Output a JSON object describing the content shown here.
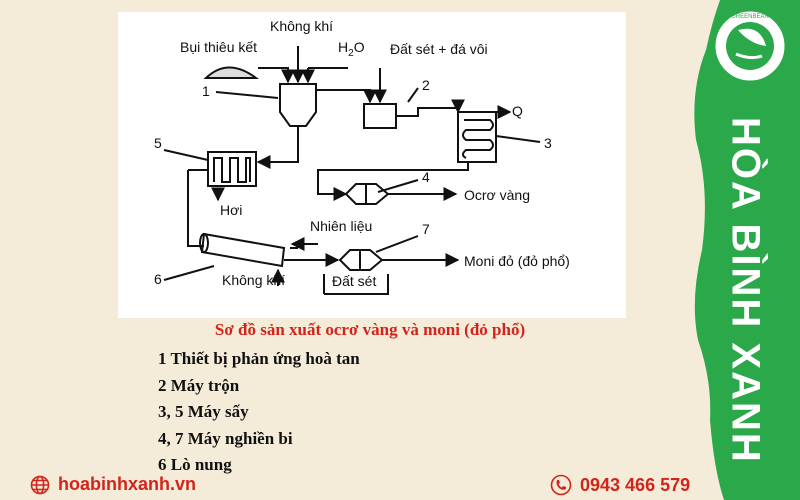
{
  "diagram": {
    "labels": {
      "khong_khi_top": "Không khí",
      "bui_thieu_ket": "Bụi thiêu kết",
      "h2o": "H",
      "h2o_sub": "2",
      "h2o_tail": "O",
      "dat_set_da_voi": "Đất sét + đá vôi",
      "q": "Q",
      "ocro_vang": "Ocrơ vàng",
      "hoi": "Hơi",
      "nhien_lieu": "Nhiên liệu",
      "moni_do": "Moni đỏ (đỏ phổ)",
      "khong_khi_bottom": "Không khí",
      "dat_set": "Đất sét"
    },
    "numbers": [
      "1",
      "2",
      "3",
      "4",
      "5",
      "6",
      "7"
    ]
  },
  "caption": {
    "title": "Sơ đồ sản xuất ocrơ vàng và moni (đỏ phổ)",
    "legend": [
      "1 Thiết bị phản ứng hoà tan",
      "2 Máy trộn",
      "3, 5 Máy sấy",
      "4, 7 Máy nghiền bi",
      "6 Lò nung"
    ]
  },
  "footer": {
    "website": "hoabinhxanh.vn",
    "phone": "0943 466 579",
    "globe_icon": "globe-icon",
    "phone_icon": "phone-icon"
  },
  "brand": {
    "name": "HÒA BÌNH XANH",
    "logo_text": "GREENBEAN",
    "colors": {
      "green": "#2ba84a",
      "red": "#d3241b",
      "cream": "#f4ecd9"
    }
  }
}
